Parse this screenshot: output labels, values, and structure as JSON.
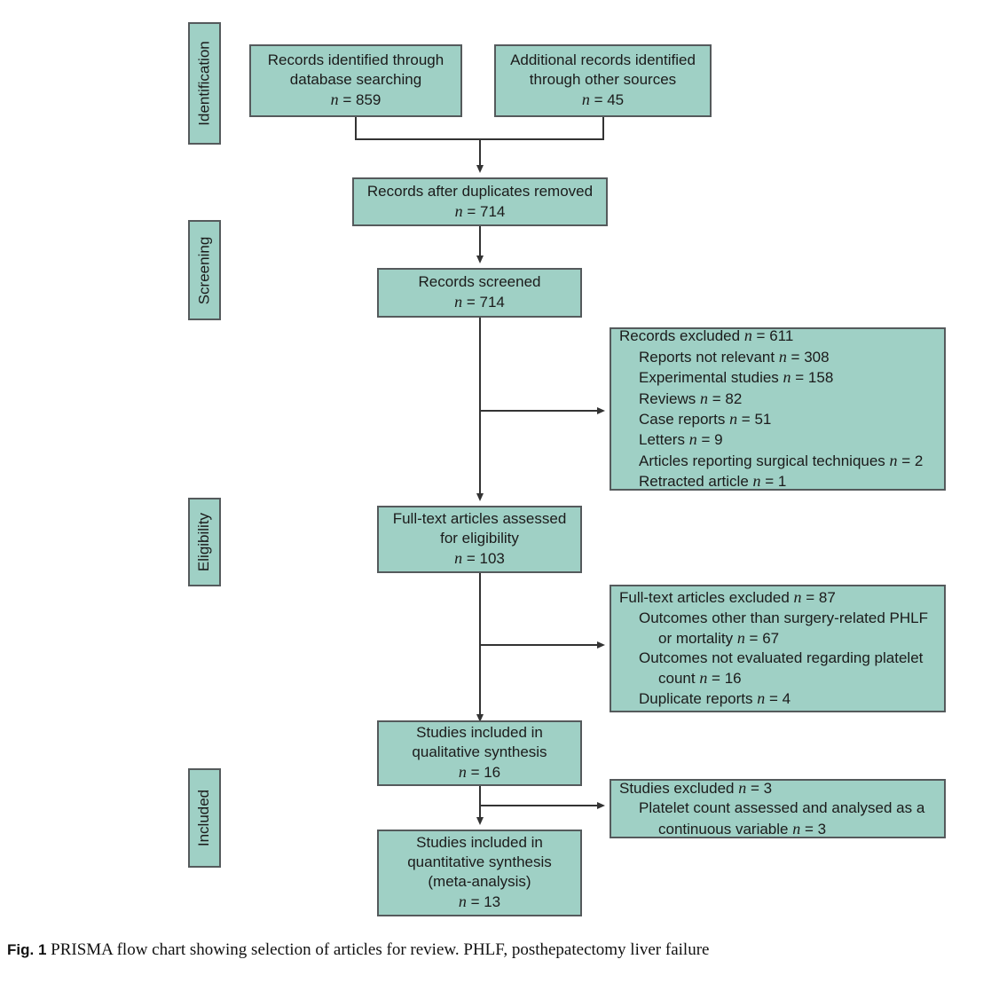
{
  "figure": {
    "caption_label": "Fig. 1",
    "caption_text": "PRISMA flow chart showing selection of articles for review. PHLF, posthepatectomy liver failure"
  },
  "colors": {
    "box_fill": "#9fd0c5",
    "box_border": "#555a5c",
    "text": "#1b1b1b",
    "arrow": "#333333"
  },
  "stages": [
    {
      "label": "Identification"
    },
    {
      "label": "Screening"
    },
    {
      "label": "Eligibility"
    },
    {
      "label": "Included"
    }
  ],
  "boxes": {
    "records_identified": {
      "line1": "Records identified through",
      "line2": "database searching",
      "n_label": "n",
      "n_value": "859"
    },
    "additional_records": {
      "line1": "Additional records identified",
      "line2": "through other sources",
      "n_label": "n",
      "n_value": "45"
    },
    "after_duplicates": {
      "line1": "Records after duplicates removed",
      "n_label": "n",
      "n_value": "714"
    },
    "records_screened": {
      "line1": "Records screened",
      "n_label": "n",
      "n_value": "714"
    },
    "records_excluded": {
      "title": "Records excluded",
      "n_label": "n",
      "n_value": "611",
      "items": [
        {
          "text": "Reports not relevant",
          "n": "308"
        },
        {
          "text": "Experimental studies",
          "n": "158"
        },
        {
          "text": "Reviews",
          "n": "82"
        },
        {
          "text": "Case reports",
          "n": "51"
        },
        {
          "text": "Letters",
          "n": "9"
        },
        {
          "text": "Articles reporting surgical techniques",
          "n": "2"
        },
        {
          "text": "Retracted article",
          "n": "1"
        }
      ]
    },
    "fulltext_assessed": {
      "line1": "Full-text articles assessed",
      "line2": "for eligibility",
      "n_label": "n",
      "n_value": "103"
    },
    "fulltext_excluded": {
      "title": "Full-text articles excluded",
      "n_label": "n",
      "n_value": "87",
      "items": [
        {
          "text": "Outcomes other than surgery-related PHLF",
          "cont": "or mortality",
          "n": "67"
        },
        {
          "text": "Outcomes not evaluated regarding platelet",
          "cont": "count",
          "n": "16"
        },
        {
          "text": "Duplicate reports",
          "cont": "",
          "n": "4"
        }
      ]
    },
    "qualitative": {
      "line1": "Studies included in",
      "line2": "qualitative synthesis",
      "n_label": "n",
      "n_value": "16"
    },
    "studies_excluded": {
      "title": "Studies excluded",
      "n_label": "n",
      "n_value": "3",
      "items": [
        {
          "text": "Platelet count assessed and analysed as a",
          "cont": "continuous variable",
          "n": "3"
        }
      ]
    },
    "quantitative": {
      "line1": "Studies included in",
      "line2": "quantitative synthesis",
      "line3": "(meta-analysis)",
      "n_label": "n",
      "n_value": "13"
    }
  },
  "chart_data": {
    "type": "diagram",
    "title": "PRISMA flow chart showing selection of articles for review",
    "nodes": [
      {
        "id": "records_identified",
        "stage": "Identification",
        "label": "Records identified through database searching",
        "n": 859
      },
      {
        "id": "additional_records",
        "stage": "Identification",
        "label": "Additional records identified through other sources",
        "n": 45
      },
      {
        "id": "after_duplicates",
        "stage": "Screening",
        "label": "Records after duplicates removed",
        "n": 714
      },
      {
        "id": "records_screened",
        "stage": "Screening",
        "label": "Records screened",
        "n": 714
      },
      {
        "id": "records_excluded",
        "stage": "Screening",
        "label": "Records excluded",
        "n": 611
      },
      {
        "id": "fulltext_assessed",
        "stage": "Eligibility",
        "label": "Full-text articles assessed for eligibility",
        "n": 103
      },
      {
        "id": "fulltext_excluded",
        "stage": "Eligibility",
        "label": "Full-text articles excluded",
        "n": 87
      },
      {
        "id": "qualitative",
        "stage": "Included",
        "label": "Studies included in qualitative synthesis",
        "n": 16
      },
      {
        "id": "studies_excluded",
        "stage": "Included",
        "label": "Studies excluded",
        "n": 3
      },
      {
        "id": "quantitative",
        "stage": "Included",
        "label": "Studies included in quantitative synthesis (meta-analysis)",
        "n": 13
      }
    ],
    "edges": [
      {
        "from": "records_identified",
        "to": "after_duplicates"
      },
      {
        "from": "additional_records",
        "to": "after_duplicates"
      },
      {
        "from": "after_duplicates",
        "to": "records_screened"
      },
      {
        "from": "records_screened",
        "to": "records_excluded"
      },
      {
        "from": "records_screened",
        "to": "fulltext_assessed"
      },
      {
        "from": "fulltext_assessed",
        "to": "fulltext_excluded"
      },
      {
        "from": "fulltext_assessed",
        "to": "qualitative"
      },
      {
        "from": "qualitative",
        "to": "studies_excluded"
      },
      {
        "from": "qualitative",
        "to": "quantitative"
      }
    ]
  }
}
